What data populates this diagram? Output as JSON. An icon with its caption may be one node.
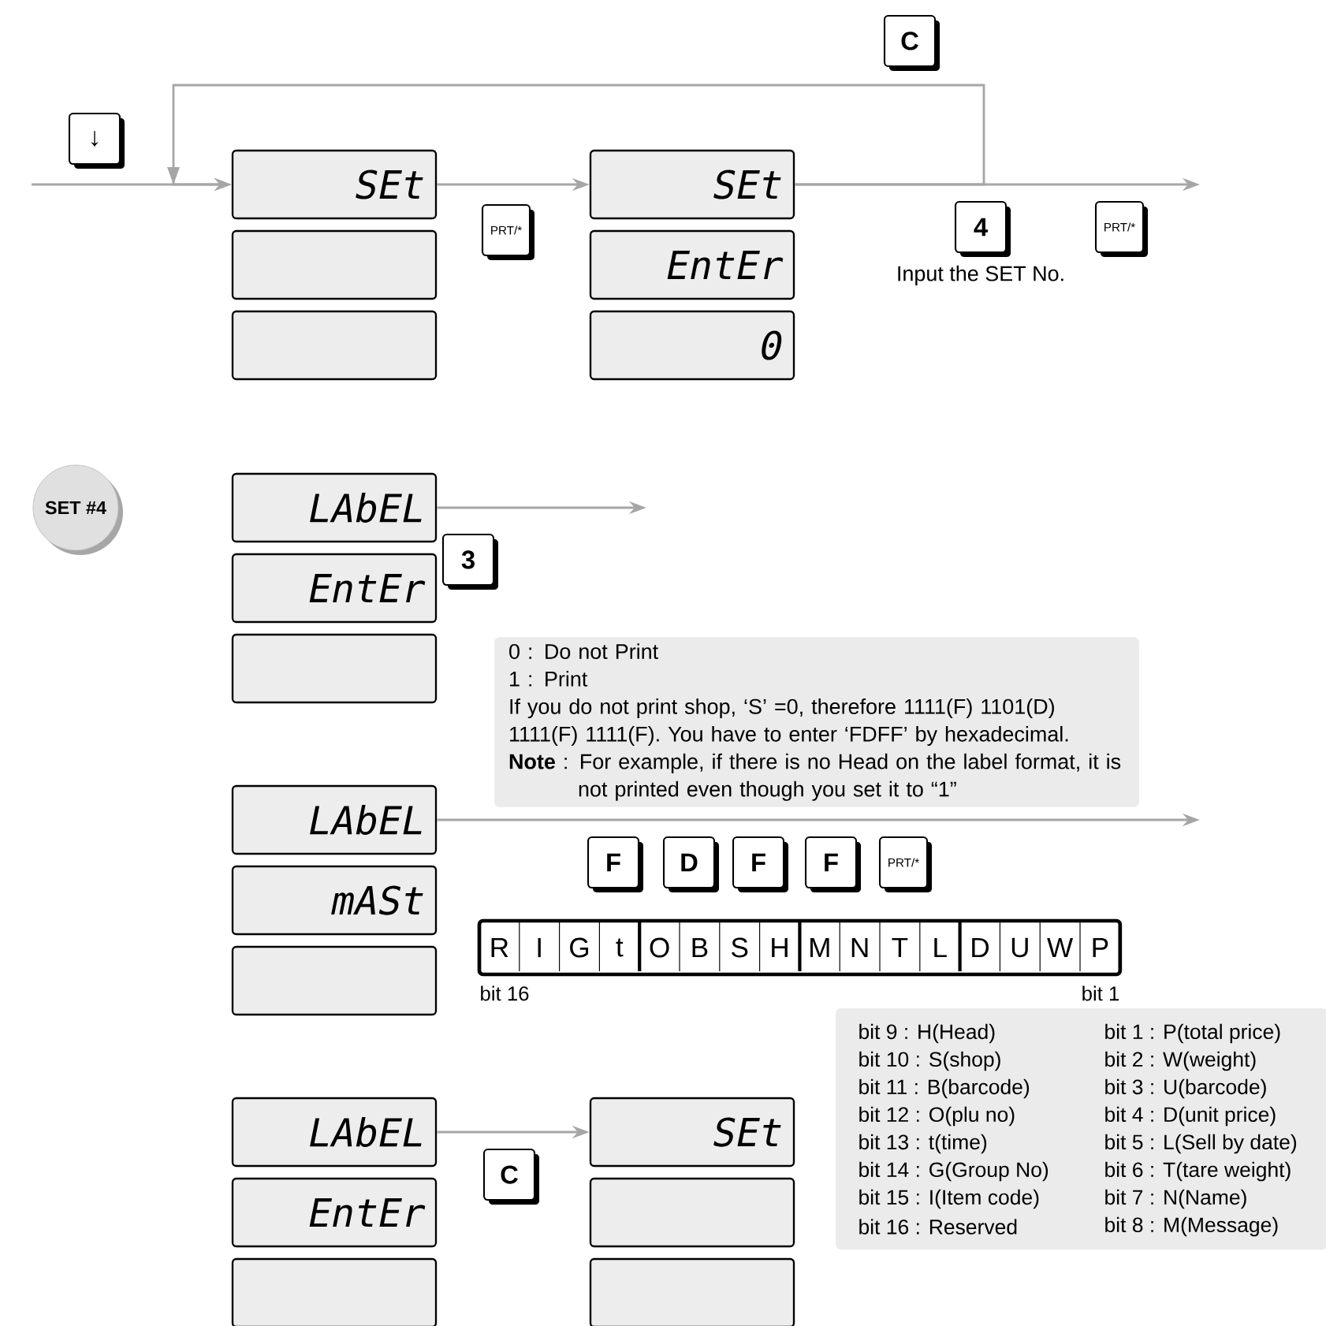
{
  "diagram": {
    "nodes": [
      {
        "text": [
          "↓"
        ]
      },
      {
        "text": [
          "C"
        ]
      },
      {
        "text": [
          "SEt"
        ]
      },
      {
        "text": [],
        "shape": "box"
      },
      {
        "text": [],
        "shape": "box"
      },
      {
        "text": [
          "PRT/*"
        ]
      },
      {
        "text": [
          "SEt"
        ]
      },
      {
        "text": [
          "EntEr"
        ]
      },
      {
        "text": [
          "0"
        ]
      },
      {
        "text": [
          "4"
        ],
        "beside": [
          "Input the SET No."
        ]
      },
      {
        "text": [
          "PRT/*"
        ]
      },
      {
        "text": [
          "SET #4"
        ]
      },
      {
        "text": [
          "LAbEL"
        ]
      },
      {
        "text": [
          "EntEr"
        ]
      },
      {
        "text": [],
        "shape": "box"
      },
      {
        "text": [
          "3"
        ]
      },
      {
        "text": [
          "0 : Do not Print",
          "1 : Print",
          "If you do not print shop, ‘S’ =0, therefore 1111(F) 1101(D) 1111(F) 1111(F). You have to enter ‘FDFF’ by hexadecimal.",
          "**Note** : For example, if there is no Head on the label format, it is not printed even though you set it to “1”"
        ]
      },
      {
        "text": [
          "LAbEL"
        ]
      },
      {
        "text": [
          "mASt"
        ]
      },
      {
        "text": [],
        "shape": "box"
      },
      {
        "text": [
          "F"
        ]
      },
      {
        "text": [
          "D"
        ]
      },
      {
        "text": [
          "F"
        ]
      },
      {
        "text": [
          "F"
        ]
      },
      {
        "text": [
          "PRT/*"
        ]
      },
      {
        "text": [
          "bit 9 : H(Head)",
          "bit 1 : P(total price)",
          "bit 10 : S(shop)",
          "bit 2 : W(weight)",
          "bit 11 : B(barcode)",
          "bit 3 : U(barcode)",
          "bit 12 : O(plu no)",
          "bit 4 : D(unit price)",
          "bit 13 : t(time)",
          "bit 5 : L(Sell by date)",
          "bit 14 : G(Group No)",
          "bit 6 : T(tare weight)",
          "bit 15 : I(Item code)",
          "bit 7 : N(Name)",
          "bit 16 : Reserved",
          "bit 8 : M(Message)"
        ]
      },
      {
        "text": [
          "LAbEL"
        ]
      },
      {
        "text": [
          "EntEr"
        ]
      },
      {
        "text": [],
        "shape": "box"
      },
      {
        "text": [
          "C"
        ]
      },
      {
        "text": [
          "SEt"
        ]
      },
      {
        "text": [],
        "shape": "box"
      },
      {
        "text": [],
        "shape": "box"
      }
    ],
    "edges": [
      {
        "from": null,
        "to": 2,
        "arrow": "to"
      },
      {
        "from": 2,
        "to": 6,
        "arrow": "to"
      },
      {
        "from": 6,
        "to": 2,
        "arrow": "to"
      },
      {
        "from": 6,
        "to": null,
        "arrow": "to"
      },
      {
        "from": 12,
        "to": null,
        "arrow": "to"
      },
      {
        "from": 17,
        "to": null,
        "arrow": "to"
      },
      {
        "from": 26,
        "to": 30,
        "arrow": "to"
      }
    ],
    "labels": [
      "R",
      "I",
      "G",
      "t",
      "O",
      "B",
      "S",
      "H",
      "M",
      "N",
      "T",
      "L",
      "D",
      "U",
      "W",
      "P",
      "bit 16",
      "bit 1"
    ]
  }
}
